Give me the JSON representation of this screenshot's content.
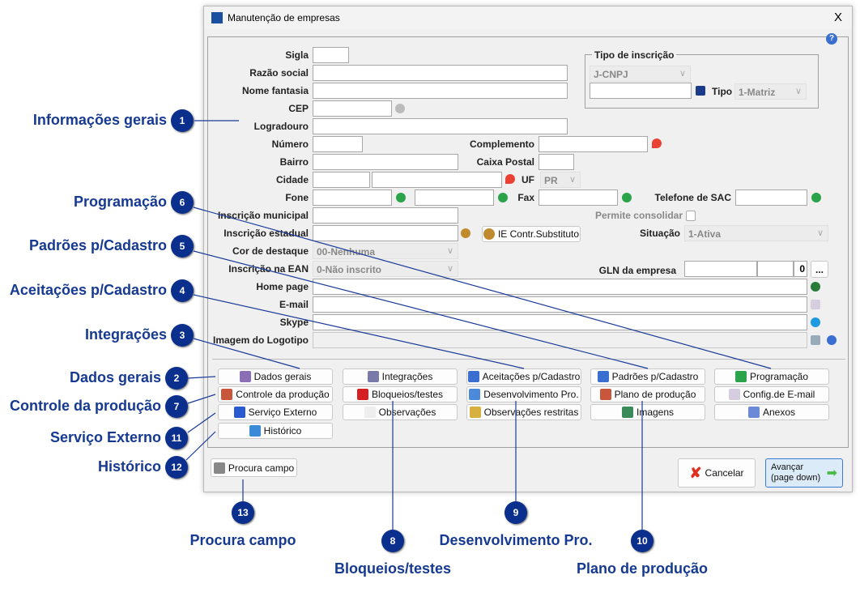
{
  "window": {
    "title": "Manutenção de empresas",
    "close": "X",
    "help": "?"
  },
  "fields": [
    {
      "label": "Sigla",
      "value": ""
    },
    {
      "label": "Razão social",
      "value": ""
    },
    {
      "label": "Nome fantasia",
      "value": ""
    },
    {
      "label": "CEP",
      "value": ""
    },
    {
      "label": "Logradouro",
      "value": ""
    },
    {
      "label": "Número",
      "value": ""
    },
    {
      "label": "Complemento",
      "value": ""
    },
    {
      "label": "Bairro",
      "value": ""
    },
    {
      "label": "Caixa Postal",
      "value": ""
    },
    {
      "label": "Cidade",
      "value": ""
    },
    {
      "label": "UF",
      "value": "PR"
    },
    {
      "label": "Fone",
      "value": ""
    },
    {
      "label": "Fax",
      "value": ""
    },
    {
      "label": "Telefone de SAC",
      "value": ""
    },
    {
      "label": "Inscrição municipal",
      "value": ""
    },
    {
      "label": "Permite consolidar",
      "value": ""
    },
    {
      "label": "Inscrição estadual",
      "value": ""
    },
    {
      "label": "Situação",
      "value": "1-Ativa"
    },
    {
      "label": "Cor de destaque",
      "value": "00-Nenhuma"
    },
    {
      "label": "Inscrição na EAN",
      "value": "0-Não inscrito"
    },
    {
      "label": "GLN da empresa",
      "value": "0"
    },
    {
      "label": "Home page",
      "value": ""
    },
    {
      "label": "E-mail",
      "value": ""
    },
    {
      "label": "Skype",
      "value": ""
    },
    {
      "label": "Imagem do Logotipo",
      "value": ""
    }
  ],
  "tipo_inscricao": {
    "legend": "Tipo de inscrição",
    "select": "J-CNPJ",
    "tipo_label": "Tipo",
    "tipo_value": "1-Matriz"
  },
  "ie_button": "IE Contr.Substituto",
  "gln_button": "...",
  "buttons": [
    "Dados gerais",
    "Integrações",
    "Aceitações p/Cadastro",
    "Padrões p/Cadastro",
    "Programação",
    "Controle da produção",
    "Bloqueios/testes",
    "Desenvolvimento Pro.",
    "Plano de produção",
    "Config.de E-mail",
    "Serviço Externo",
    "Observações",
    "Observações restritas",
    "Imagens",
    "Anexos",
    "Histórico"
  ],
  "footer": {
    "search": "Procura campo",
    "cancel": "Cancelar",
    "next": "Avançar\n(page down)"
  },
  "callouts": [
    {
      "n": "1",
      "label": "Informações gerais"
    },
    {
      "n": "6",
      "label": "Programação"
    },
    {
      "n": "5",
      "label": "Padrões p/Cadastro"
    },
    {
      "n": "4",
      "label": "Aceitações p/Cadastro"
    },
    {
      "n": "3",
      "label": "Integrações"
    },
    {
      "n": "2",
      "label": "Dados gerais"
    },
    {
      "n": "7",
      "label": "Controle da produção"
    },
    {
      "n": "11",
      "label": "Serviço Externo"
    },
    {
      "n": "12",
      "label": "Histórico"
    },
    {
      "n": "13",
      "label": "Procura campo"
    },
    {
      "n": "8",
      "label": "Bloqueios/testes"
    },
    {
      "n": "9",
      "label": "Desenvolvimento Pro."
    },
    {
      "n": "10",
      "label": "Plano de produção"
    }
  ],
  "colors": {
    "callout": "#0b2f8c",
    "callout_text": "#163a91"
  }
}
